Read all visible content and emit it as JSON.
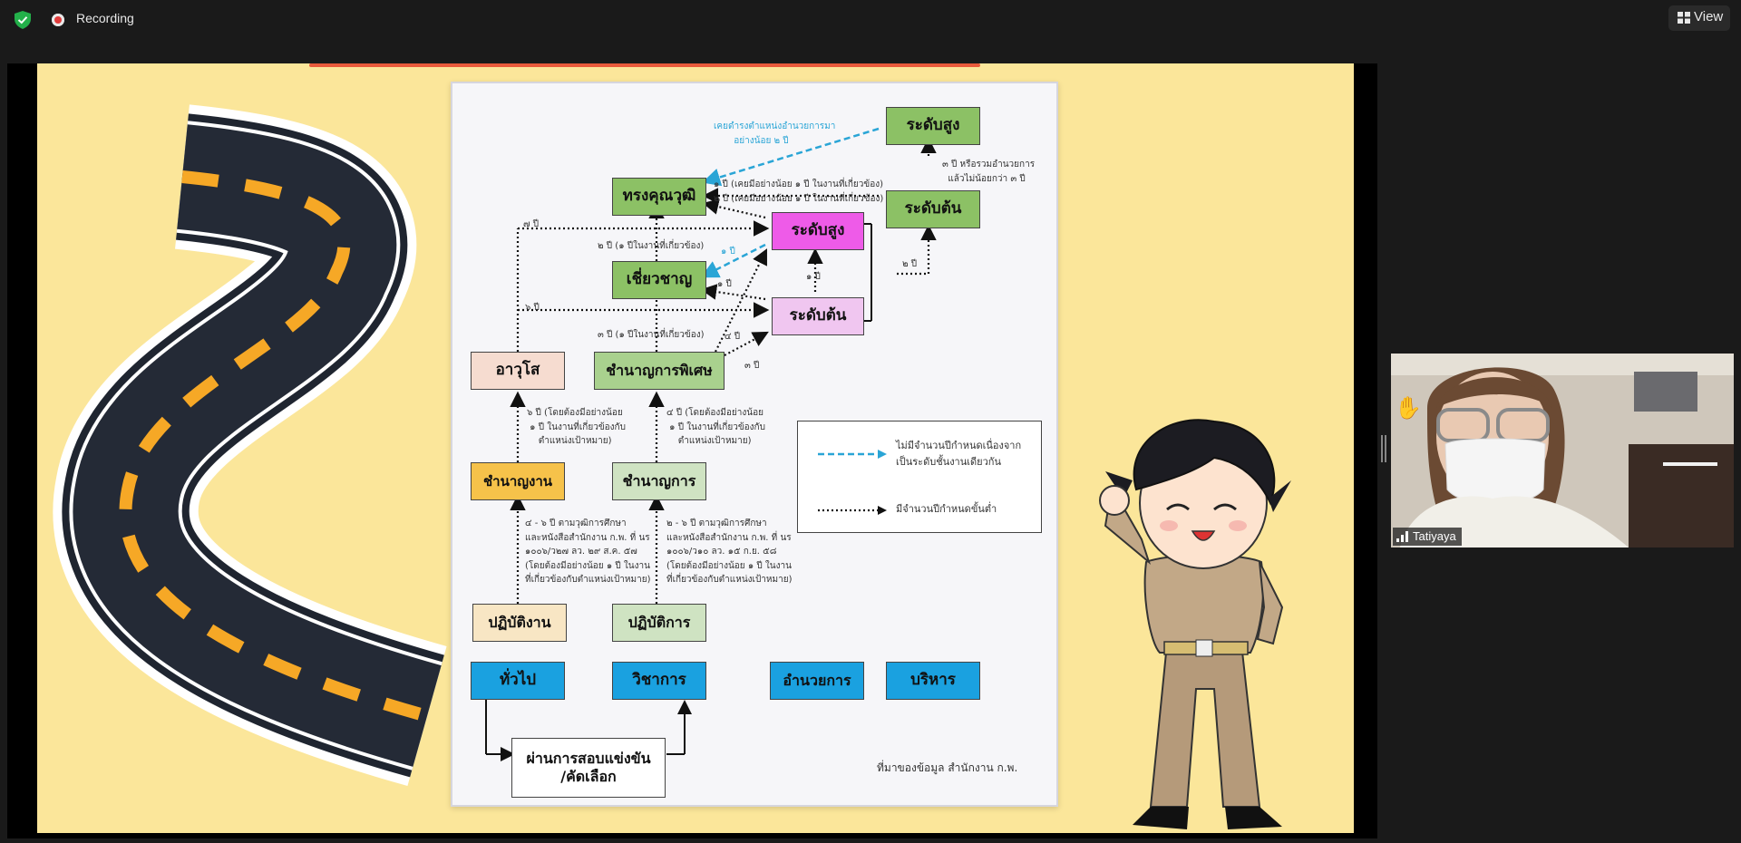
{
  "topbar": {
    "recording_label": "Recording",
    "view_label": "View",
    "shield_icon": "shield-check-icon",
    "record_icon": "record-icon",
    "view_icon": "grid-view-icon"
  },
  "diagram": {
    "boxes": {
      "senior_high": "ระดับสูง",
      "exec_entry": "ระดับต้น",
      "expert_top": "ทรงคุณวุฒิ",
      "director_high": "ระดับสูง",
      "expert": "เชี่ยวชาญ",
      "director_entry": "ระดับต้น",
      "senior_staff": "อาวุโส",
      "senior_prof": "ชำนาญการพิเศษ",
      "exp_staff": "ชำนาญงาน",
      "exp_prof": "ชำนาญการ",
      "op_staff": "ปฏิบัติงาน",
      "op_prof": "ปฏิบัติการ",
      "general": "ทั่วไป",
      "academic": "วิชาการ",
      "director": "อำนวยการ",
      "executive": "บริหาร",
      "exam_line1": "ผ่านการสอบแข่งขัน",
      "exam_line2": "/คัดเลือก"
    },
    "notes": {
      "cyan_top": "เคยดำรงตำแหน่งอำนวยการมา\n       อย่างน้อย ๒ ปี",
      "exec_years": "๓ ปี หรือรวมอำนวยการ\n  แล้วไม่น้อยกว่า ๓ ปี",
      "expert_line1": "๑ ปี (เคยมีอย่างน้อย ๑ ปี ในงานที่เกี่ยวข้อง)",
      "expert_line2": "๒ ปี (เคยมีอย่างน้อย ๑ ปี ในงานที่เกี่ยวข้อง)",
      "seven_years": "๗ ปี",
      "two_years_related": "๒ ปี (๑ ปีในงานที่เกี่ยวข้อง)",
      "one_year_cyan": "๑ ปี",
      "two_years_right": "๒ ปี",
      "one_year_mid": "๑ ปี",
      "one_year_expert": "๑ ปี",
      "six_years": "๖ ปี",
      "three_years_related": "๓ ปี (๑ ปีในงานที่เกี่ยวข้อง)",
      "four_years": "๔ ปี",
      "three_years": "๓ ปี",
      "senior_req": "๖ ปี (โดยต้องมีอย่างน้อย\n ๑ ปี ในงานที่เกี่ยวข้องกับ\n    ตำแหน่งเป้าหมาย)",
      "senior_prof_req": "๔ ปี (โดยต้องมีอย่างน้อย\n ๑ ปี ในงานที่เกี่ยวข้องกับ\n    ตำแหน่งเป้าหมาย)",
      "exp_staff_req": "๔ - ๖ ปี ตามวุฒิการศึกษา\nและหนังสือสำนักงาน ก.พ. ที่ นร\n๑๐๐๖/ว๒๗ ลว. ๒๙ ส.ค. ๕๗\n(โดยต้องมีอย่างน้อย ๑ ปี ในงาน\nที่เกี่ยวข้องกับตำแหน่งเป้าหมาย)",
      "exp_prof_req": "๒ - ๖ ปี ตามวุฒิการศึกษา\nและหนังสือสำนักงาน ก.พ. ที่ นร\n๑๐๐๖/ว๑๐ ลว. ๑๕ ก.ย. ๕๘\n(โดยต้องมีอย่างน้อย ๑ ปี ในงาน\nที่เกี่ยวข้องกับตำแหน่งเป้าหมาย)"
    },
    "legend": {
      "dashed_text": "ไม่มีจำนวนปีกำหนดเนื่องจาก\nเป็นระดับชั้นงานเดียวกัน",
      "dotted_text": "มีจำนวนปีกำหนดขั้นต่ำ",
      "dashed_color": "#2aa5d6",
      "dotted_color": "#111111"
    },
    "source": "ที่มาของข้อมูล สำนักงาน ก.พ."
  },
  "participant": {
    "name": "Tatiyaya",
    "signal_icon": "signal-bars-icon",
    "hand_icon": "raised-hand-icon"
  },
  "colors": {
    "slide_bg": "#fbe69a",
    "green_box": "#8cc165",
    "magenta_box": "#ee5be8",
    "blue_box": "#1aa1e0"
  }
}
